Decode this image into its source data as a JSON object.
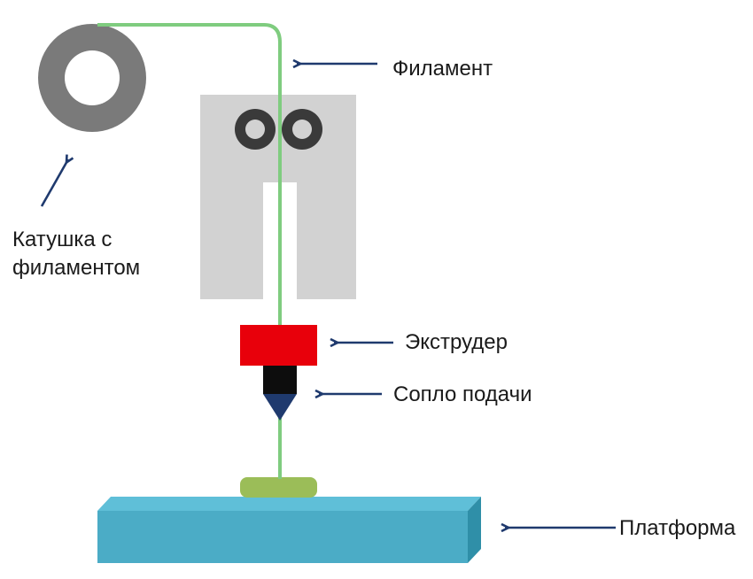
{
  "labels": {
    "filament": "Филамент",
    "spool_line1": "Катушка с",
    "spool_line2": "филаментом",
    "extruder": "Экструдер",
    "nozzle": "Сопло подачи",
    "platform": "Платформа"
  },
  "colors": {
    "filament": "#7fcc7f",
    "spool": "#7a7a7a",
    "housing": "#d2d2d2",
    "rollers": "#3a3a3a",
    "extruder": "#e8000b",
    "nozzle_body": "#0d0d0d",
    "nozzle_tip": "#1f3a6e",
    "printed_part": "#9bbd58",
    "platform_front": "#4bacc6",
    "platform_top": "#5fbfd8",
    "platform_side": "#2f8fa8",
    "arrow": "#1f3a6e"
  }
}
